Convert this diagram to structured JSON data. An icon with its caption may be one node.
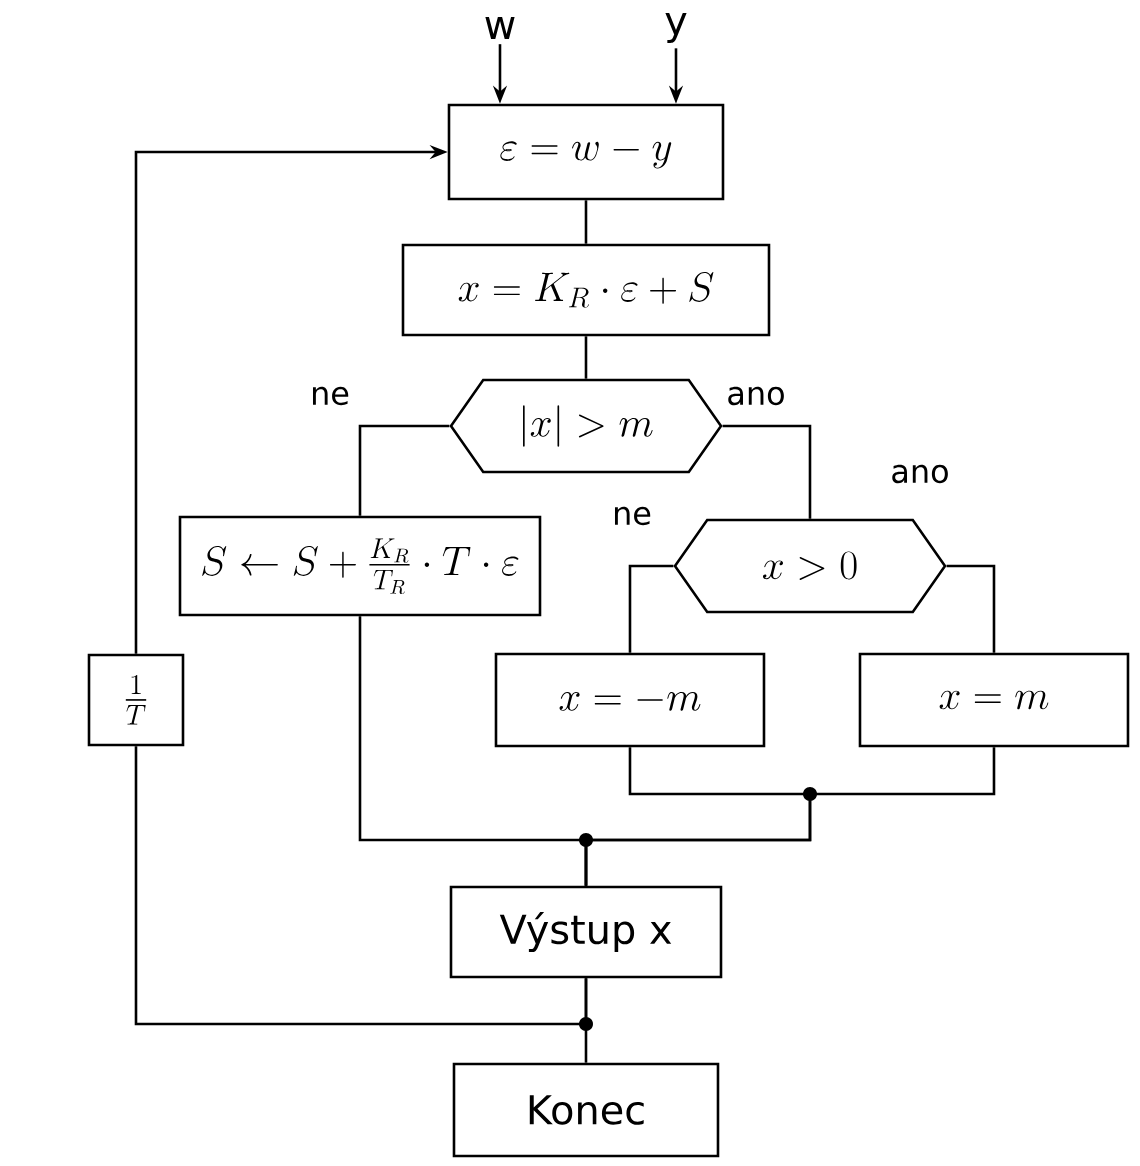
{
  "diagram": {
    "nodes": [
      {
        "text": [
          "w"
        ]
      },
      {
        "text": [
          "y"
        ]
      },
      {
        "text": [
          "\\varepsilon = w - y"
        ]
      },
      {
        "text": [
          "x = K_R \\cdot \\varepsilon + S"
        ]
      },
      {
        "text": [
          "|x| > m"
        ]
      },
      {
        "text": [
          "S \\leftarrow S + \\frac{K_R}{T_R} \\cdot T \\cdot \\varepsilon"
        ]
      },
      {
        "text": [
          "x > 0"
        ]
      },
      {
        "text": [
          "x = -m"
        ]
      },
      {
        "text": [
          "x = m"
        ]
      },
      {
        "text": [
          "Výstup x"
        ]
      },
      {
        "text": [
          "Konec"
        ]
      },
      {
        "text": [
          "\\frac{1}{T}"
        ]
      }
    ],
    "edges": [
      {
        "from": 0,
        "to": 2,
        "arrow": "to"
      },
      {
        "from": 1,
        "to": 2,
        "arrow": "to"
      },
      {
        "from": 2,
        "to": 3,
        "arrow": "none"
      },
      {
        "from": 3,
        "to": 4,
        "arrow": "none"
      },
      {
        "from": 4,
        "to": 5,
        "arrow": "none",
        "label": "ne"
      },
      {
        "from": 4,
        "to": 6,
        "arrow": "none",
        "label": "ano"
      },
      {
        "from": 6,
        "to": 7,
        "arrow": "none",
        "label": "ne"
      },
      {
        "from": 6,
        "to": 8,
        "arrow": "none",
        "label": "ano"
      },
      {
        "from": 7,
        "to": 9,
        "arrow": "none"
      },
      {
        "from": 8,
        "to": 9,
        "arrow": "none"
      },
      {
        "from": 5,
        "to": 9,
        "arrow": "none"
      },
      {
        "from": 9,
        "to": 10,
        "arrow": "none"
      },
      {
        "from": 9,
        "to": 11,
        "arrow": "none"
      },
      {
        "from": 11,
        "to": 2,
        "arrow": "to"
      }
    ]
  }
}
